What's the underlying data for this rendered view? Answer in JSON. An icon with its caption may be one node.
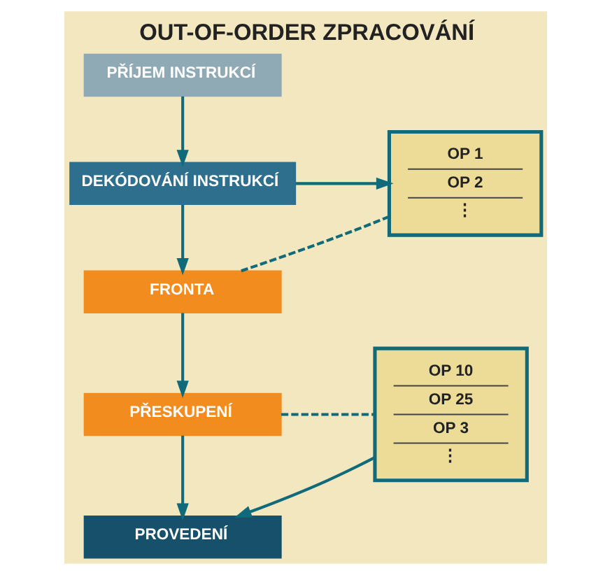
{
  "diagram": {
    "title": "OUT-OF-ORDER ZPRACOVÁNÍ",
    "nodes": [
      {
        "text": [
          "PŘÍJEM INSTRUKCÍ"
        ]
      },
      {
        "text": [
          "DEKÓDOVÁNÍ INSTRUKCÍ"
        ]
      },
      {
        "text": [
          "FRONTA"
        ]
      },
      {
        "text": [
          "PŘESKUPENÍ"
        ]
      },
      {
        "text": [
          "PROVEDENÍ"
        ]
      },
      {
        "text": [
          "OP 1",
          "OP 2",
          "⋮"
        ]
      },
      {
        "text": [
          "OP 10",
          "OP 25",
          "OP 3",
          "⋮"
        ]
      }
    ],
    "edges": [
      {
        "from": 0,
        "to": 1,
        "arrow": "to"
      },
      {
        "from": 1,
        "to": 2,
        "arrow": "to"
      },
      {
        "from": 2,
        "to": 3,
        "arrow": "to"
      },
      {
        "from": 3,
        "to": 4,
        "arrow": "to"
      },
      {
        "from": 1,
        "to": 5,
        "arrow": "to"
      },
      {
        "from": 2,
        "to": 5,
        "arrow": "none",
        "style": "dashed"
      },
      {
        "from": 3,
        "to": 6,
        "arrow": "none",
        "style": "dashed"
      },
      {
        "from": 6,
        "to": 4,
        "arrow": "to"
      }
    ]
  }
}
